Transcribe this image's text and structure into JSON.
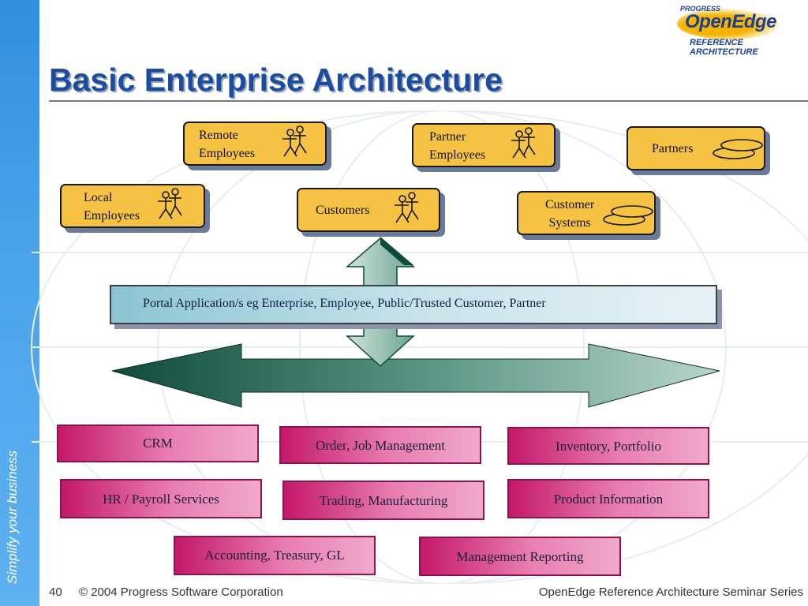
{
  "slide": {
    "title": "Basic Enterprise Architecture",
    "sidebar_text": "Simplify your business",
    "logo": {
      "brand": "PROGRESS",
      "product": "OpenEdge",
      "subtitle": "REFERENCE ARCHITECTURE"
    }
  },
  "actors": [
    {
      "line1": "Remote",
      "line2": "Employees",
      "icon": "people-icon"
    },
    {
      "line1": "Partner",
      "line2": "Employees",
      "icon": "people-icon"
    },
    {
      "line1": "Partners",
      "line2": "",
      "icon": "systems-icon"
    },
    {
      "line1": "Local",
      "line2": "Employees",
      "icon": "people-icon"
    },
    {
      "line1": "Customers",
      "line2": "",
      "icon": "people-icon"
    },
    {
      "line1": "Customer",
      "line2": "Systems",
      "icon": "systems-icon"
    }
  ],
  "portal": {
    "label": "Portal Application/s    eg Enterprise, Employee, Public/Trusted Customer, Partner"
  },
  "systems": [
    "CRM",
    "Order, Job Management",
    "Inventory, Portfolio",
    "HR / Payroll Services",
    "Trading, Manufacturing",
    "Product Information",
    "Accounting, Treasury, GL",
    "Management Reporting"
  ],
  "footer": {
    "page_number": "40",
    "copyright": "© 2004 Progress Software Corporation",
    "series": "OpenEdge Reference Architecture Seminar Series"
  },
  "colors": {
    "title": "#1c4ca0",
    "actor_fill": "#f6c244",
    "system_fill": "#c4186a",
    "arrow_dark": "#0f4a3a",
    "sidebar": "#3a96e4"
  }
}
